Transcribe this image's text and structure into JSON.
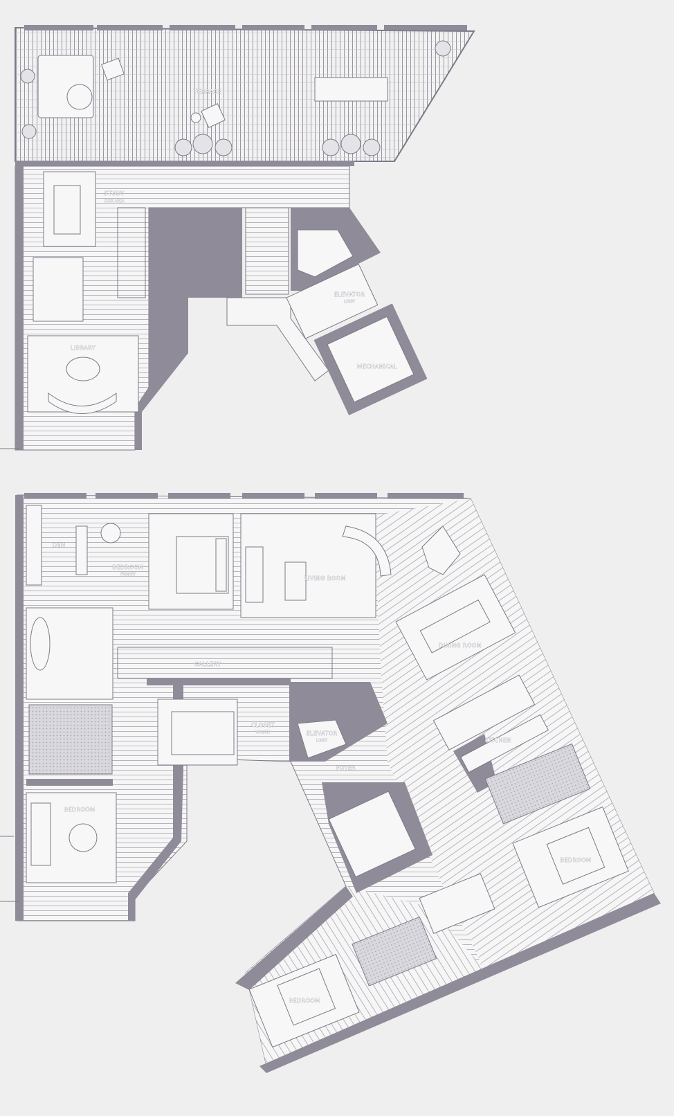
{
  "floor_plan": {
    "upper_level": {
      "rooms": [
        {
          "id": "terrace",
          "label": "TERRACE",
          "sub": ""
        },
        {
          "id": "study",
          "label": "STUDY",
          "sub": "DESK AREA"
        },
        {
          "id": "library",
          "label": "LIBRARY",
          "sub": ""
        },
        {
          "id": "elevator-lobby-upper",
          "label": "ELEVATOR",
          "sub": "LOBBY"
        },
        {
          "id": "mechanical",
          "label": "MECHANICAL",
          "sub": ""
        }
      ]
    },
    "lower_level": {
      "rooms": [
        {
          "id": "den",
          "label": "DEN",
          "sub": ""
        },
        {
          "id": "bedroom-primary",
          "label": "BEDROOM",
          "sub": "PRIMARY"
        },
        {
          "id": "living",
          "label": "LIVING ROOM",
          "sub": ""
        },
        {
          "id": "gallery",
          "label": "GALLERY",
          "sub": ""
        },
        {
          "id": "dining",
          "label": "DINING ROOM",
          "sub": ""
        },
        {
          "id": "kitchen",
          "label": "KITCHEN",
          "sub": ""
        },
        {
          "id": "entry-closet",
          "label": "CLOSET",
          "sub": "WALK-IN"
        },
        {
          "id": "elevator-lobby-lower",
          "label": "ELEVATOR",
          "sub": "LOBBY"
        },
        {
          "id": "bedroom-3",
          "label": "BEDROOM",
          "sub": ""
        },
        {
          "id": "bedroom-2",
          "label": "BEDROOM",
          "sub": ""
        },
        {
          "id": "bedroom-4",
          "label": "BEDROOM",
          "sub": ""
        },
        {
          "id": "foyer",
          "label": "FOYER",
          "sub": ""
        }
      ]
    },
    "colors": {
      "background": "#efefef",
      "wall": "#8f8b99",
      "floor": "#f6f6f6",
      "line": "#7d7987"
    }
  }
}
